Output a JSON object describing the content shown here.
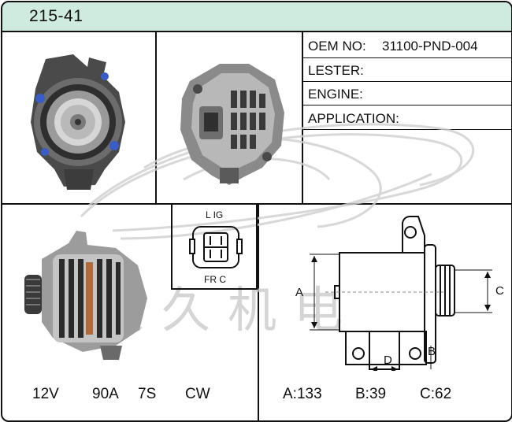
{
  "header": {
    "title": "215-41"
  },
  "info": {
    "oem_label": "OEM NO:",
    "oem_value": "31100-PND-004",
    "lester_label": "LESTER:",
    "engine_label": "ENGINE:",
    "application_label": "APPLICATION:"
  },
  "connector": {
    "top_label": "L  IG",
    "bottom_label": "FR C"
  },
  "specs": {
    "voltage": "12V",
    "amperage": "90A",
    "groove": "7S",
    "rotation": "CW"
  },
  "dimensions": {
    "a_label": "A",
    "b_label": "B",
    "c_label": "C",
    "d_label": "D",
    "a": "A:133",
    "b": "B:39",
    "c": "C:62"
  },
  "watermark": {
    "text": "久久机电"
  },
  "colors": {
    "header_bg": "#cfeade",
    "border": "#111111",
    "watermark": "#c8c8c8"
  }
}
